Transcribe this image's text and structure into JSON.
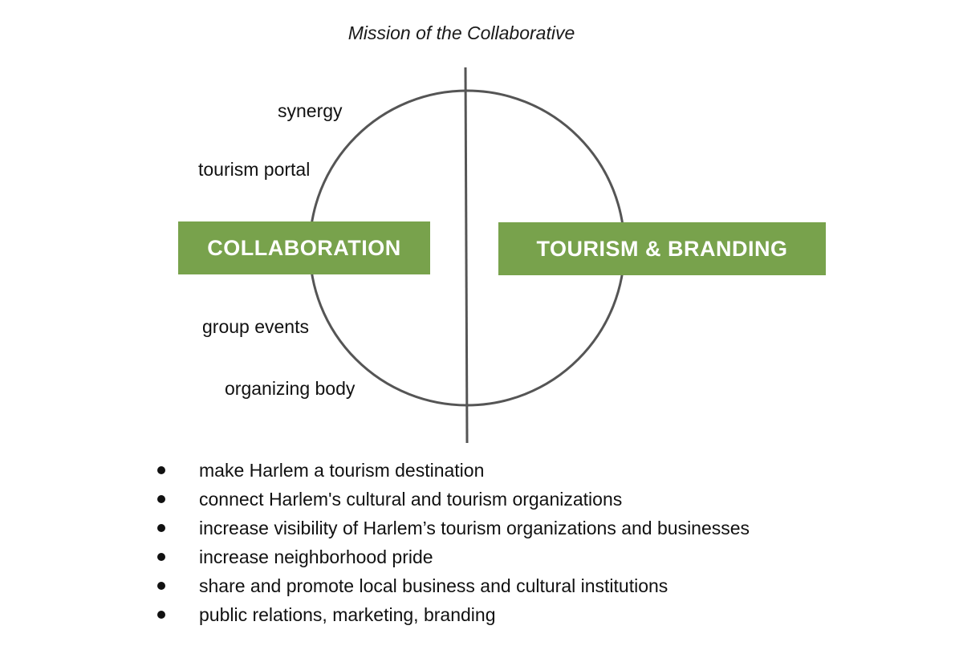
{
  "title": "Mission of the Collaborative",
  "left_labels": [
    "synergy",
    "tourism portal",
    "group events",
    "organizing body"
  ],
  "boxes": {
    "left": "COLLABORATION",
    "right": "TOURISM & BRANDING"
  },
  "bullets": [
    "make Harlem a tourism destination",
    "connect Harlem's cultural and tourism organizations",
    "increase visibility of Harlem’s tourism organizations and businesses",
    "increase neighborhood pride",
    "share and promote local business and cultural institutions",
    "public relations, marketing, branding"
  ],
  "colors": {
    "box_fill": "#78a24c",
    "box_text": "#ffffff",
    "lines": "#555555"
  }
}
